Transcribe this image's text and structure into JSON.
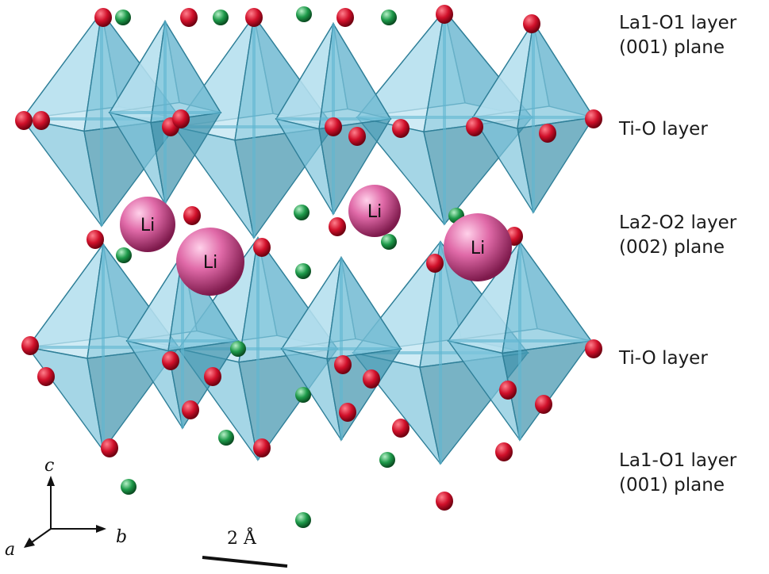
{
  "layers": [
    {
      "id": "la1-o1-top",
      "lines": [
        "La1-O1 layer",
        "(001) plane"
      ]
    },
    {
      "id": "ti-o-top",
      "lines": [
        "Ti-O layer"
      ]
    },
    {
      "id": "la2-o2",
      "lines": [
        "La2-O2 layer",
        "(002) plane"
      ]
    },
    {
      "id": "ti-o-bottom",
      "lines": [
        "Ti-O layer"
      ]
    },
    {
      "id": "la1-o1-bottom",
      "lines": [
        "La1-O1 layer",
        "(001) plane"
      ]
    }
  ],
  "li_atoms": [
    {
      "label": "Li"
    },
    {
      "label": "Li"
    },
    {
      "label": "Li"
    },
    {
      "label": "Li"
    }
  ],
  "axes": {
    "c": "c",
    "b": "b",
    "a": "a"
  },
  "scale_bar": {
    "label": "2 Å"
  },
  "colors": {
    "octahedron_light": "#bfe4f2",
    "octahedron_mid": "#7fc4dc",
    "octahedron_dark": "#3f93ad",
    "oxygen": "#d0102a",
    "lanthanum": "#1e9a4a",
    "lithium": "#d9559a"
  }
}
